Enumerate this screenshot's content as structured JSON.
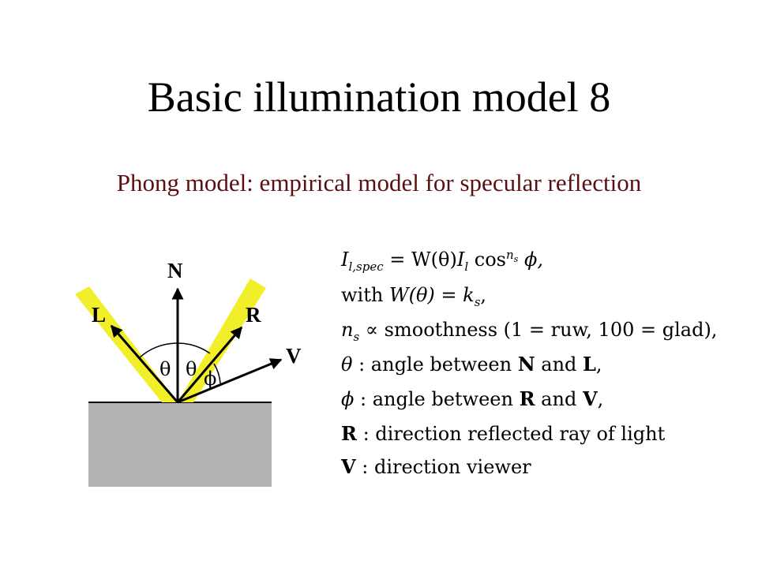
{
  "slide": {
    "title": "Basic illumination model 8",
    "subtitle": "Phong model: empirical model for specular reflection"
  },
  "diagram": {
    "labels": {
      "normal": "N",
      "light": "L",
      "reflected": "R",
      "viewer": "V"
    },
    "angles": {
      "incidence": "θ",
      "reflection": "θ",
      "view": "ϕ"
    },
    "colors": {
      "beam": "#f0ef2a",
      "surface": "#b3b3b3",
      "line": "#000000"
    }
  },
  "equations": {
    "l1": {
      "I": "I",
      "sub": "l,spec",
      "eq": " = W(θ)",
      "I2": "I",
      "sub2": "l",
      "cos": " cos",
      "sup": "n",
      "supsub": "s",
      "phi": " ϕ,",
      "tail": ""
    },
    "l2": {
      "pre": "with ",
      "W": "W(θ) = k",
      "sub": "s",
      "tail": ","
    },
    "l3": {
      "n": "n",
      "sub": "s",
      "rest": " ∝ smoothness (1 = ruw, 100 = glad),"
    },
    "l4": {
      "sym": "θ",
      "text": " : angle between ",
      "a": "N",
      "and": " and ",
      "b": "L",
      "end": ","
    },
    "l5": {
      "sym": "ϕ",
      "text": " : angle between ",
      "a": "R",
      "and": " and ",
      "b": "V",
      "end": ","
    },
    "l6": {
      "sym": "R",
      "text": " : direction reflected ray of light"
    },
    "l7": {
      "sym": "V",
      "text": " : direction viewer"
    }
  }
}
